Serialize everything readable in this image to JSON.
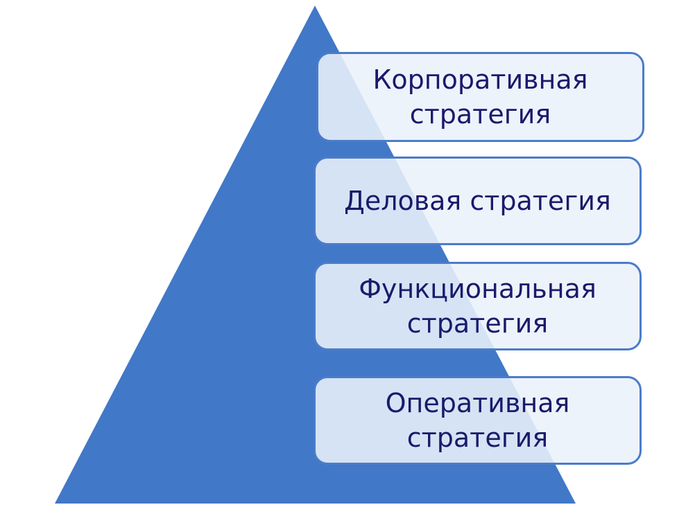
{
  "diagram": {
    "type": "pyramid",
    "colors": {
      "pyramid_fill": "#4178C7",
      "box_border": "#4A7CC9",
      "box_fill": "#EBF1FA",
      "text": "#1A1A6B"
    },
    "levels": [
      {
        "label": "Корпоративная\nстратегия"
      },
      {
        "label": "Деловая стратегия"
      },
      {
        "label": "Функциональная\nстратегия"
      },
      {
        "label": "Оперативная\nстратегия"
      }
    ]
  }
}
